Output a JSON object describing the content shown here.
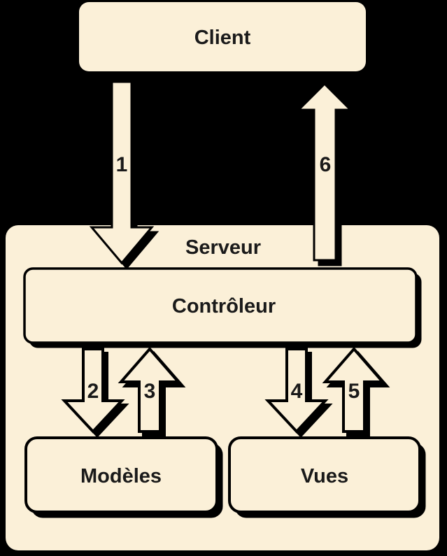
{
  "colors": {
    "background": "#000000",
    "node_fill": "#FBF0D8",
    "line": "#000000",
    "text": "#1a1a1a"
  },
  "nodes": {
    "client": {
      "label": "Client"
    },
    "server": {
      "label": "Serveur"
    },
    "controller": {
      "label": "Contrôleur"
    },
    "models": {
      "label": "Modèles"
    },
    "views": {
      "label": "Vues"
    }
  },
  "arrows": [
    {
      "label": "1",
      "from": "Client",
      "to": "Contrôleur",
      "direction": "down"
    },
    {
      "label": "2",
      "from": "Contrôleur",
      "to": "Modèles",
      "direction": "down"
    },
    {
      "label": "3",
      "from": "Modèles",
      "to": "Contrôleur",
      "direction": "up"
    },
    {
      "label": "4",
      "from": "Contrôleur",
      "to": "Vues",
      "direction": "down"
    },
    {
      "label": "5",
      "from": "Vues",
      "to": "Contrôleur",
      "direction": "up"
    },
    {
      "label": "6",
      "from": "Contrôleur",
      "to": "Client",
      "direction": "up"
    }
  ]
}
